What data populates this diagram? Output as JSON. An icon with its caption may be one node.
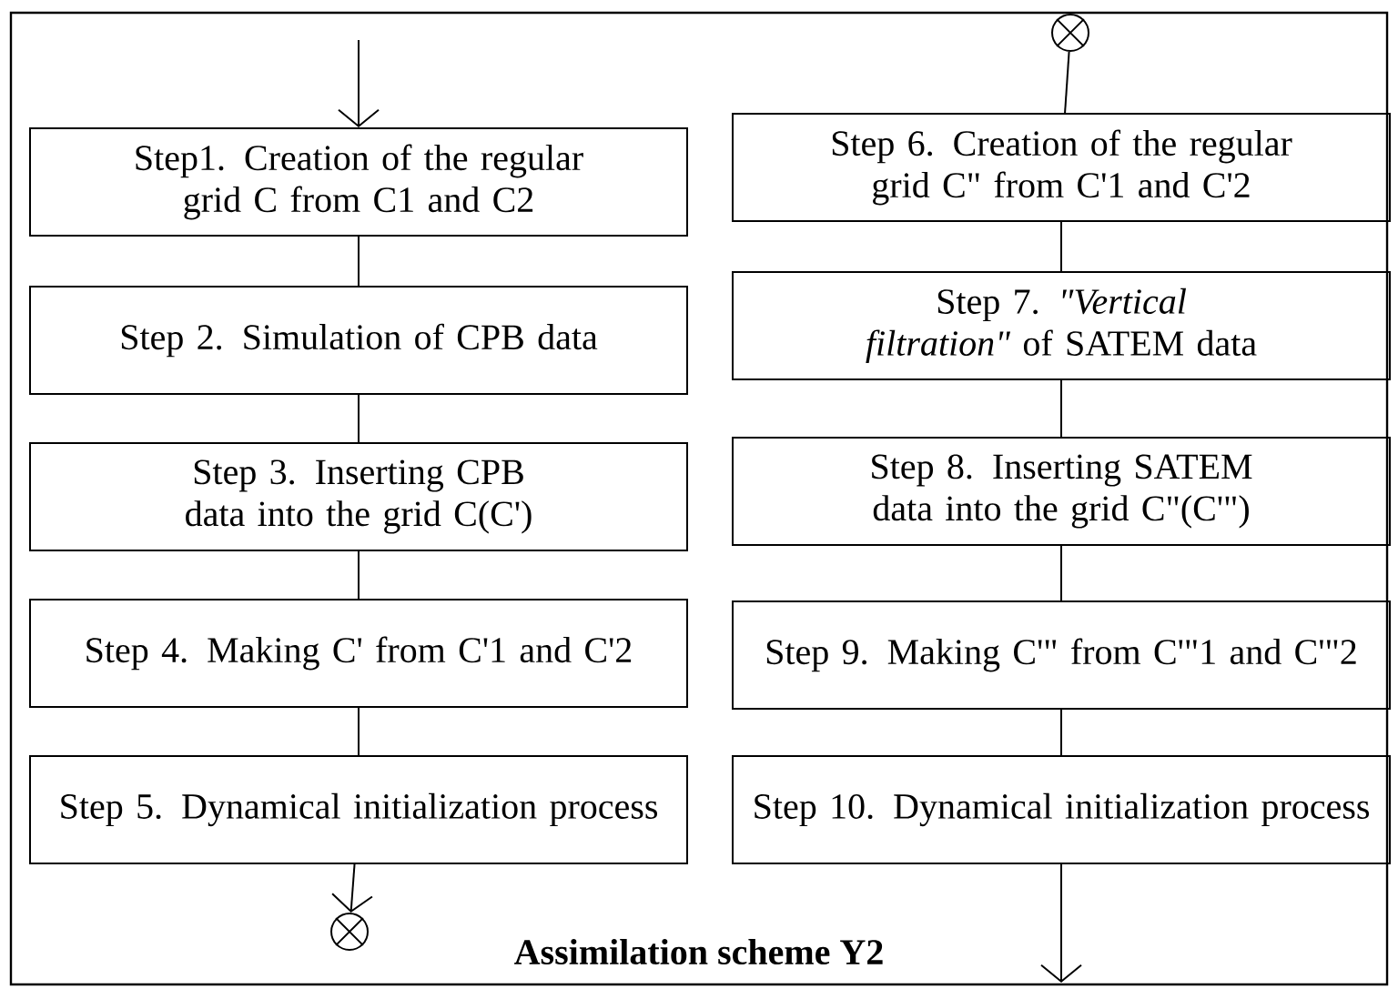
{
  "diagram": {
    "caption": "Assimilation scheme Y2",
    "nodes": [
      {
        "text": [
          "Step1. Creation of the regular grid C from C1 and C2"
        ]
      },
      {
        "text": [
          "Step 2. Simulation of CPB data"
        ]
      },
      {
        "text": [
          "Step 3. Inserting CPB data into the grid C(C')"
        ]
      },
      {
        "text": [
          "Step 4. Making C' from C'1 and C'2"
        ]
      },
      {
        "text": [
          "Step 5. Dynamical initialization process"
        ]
      },
      {
        "text": [],
        "shape": "circle"
      },
      {
        "text": [],
        "shape": "circle"
      },
      {
        "text": [
          "Step 6. Creation of the regular grid C\" from C'1 and C'2"
        ]
      },
      {
        "text": [
          "Step 7. *\"Vertical filtration\"* of SATEM data"
        ]
      },
      {
        "text": [
          "Step 8. Inserting SATEM data into the grid C\"(C'\")"
        ]
      },
      {
        "text": [
          "Step 9. Making C'\" from C'\"1 and C'\"2"
        ]
      },
      {
        "text": [
          "Step 10. Dynamical initialization process"
        ]
      }
    ],
    "edges": [
      {
        "from": null,
        "to": 0,
        "arrow": "to"
      },
      {
        "from": 0,
        "to": 1,
        "arrow": "none"
      },
      {
        "from": 1,
        "to": 2,
        "arrow": "none"
      },
      {
        "from": 2,
        "to": 3,
        "arrow": "none"
      },
      {
        "from": 3,
        "to": 4,
        "arrow": "none"
      },
      {
        "from": 4,
        "to": 5,
        "arrow": "to"
      },
      {
        "from": 6,
        "to": 7,
        "arrow": "none"
      },
      {
        "from": 7,
        "to": 8,
        "arrow": "none"
      },
      {
        "from": 8,
        "to": 9,
        "arrow": "none"
      },
      {
        "from": 9,
        "to": 10,
        "arrow": "none"
      },
      {
        "from": 10,
        "to": 11,
        "arrow": "none"
      },
      {
        "from": 11,
        "to": null,
        "arrow": "to"
      }
    ]
  }
}
